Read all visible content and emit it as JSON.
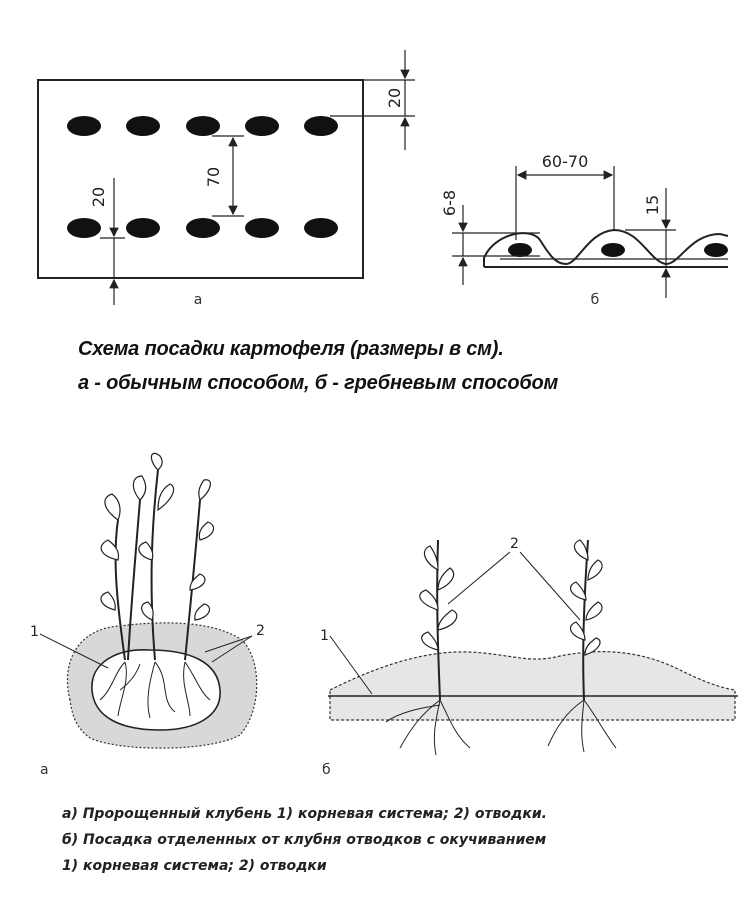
{
  "scheme": {
    "dim_top": "20",
    "dim_row_gap": "70",
    "dim_edge": "20",
    "panel_a_label": "а",
    "dim_depth": "6-8",
    "dim_spacing": "60-70",
    "dim_ridge": "15",
    "panel_b_label": "б"
  },
  "caption": {
    "line1": "Схема посадки картофеля (размеры в см).",
    "line2": "а - обычным способом, б - гребневым способом"
  },
  "illustration": {
    "label_a": "а",
    "label_b": "б",
    "callout_1_a": "1",
    "callout_2_a": "2",
    "callout_1_b": "1",
    "callout_2_b": "2"
  },
  "legend": {
    "line1": "а)  Пророщенный клубень   1) корневая система;  2) отводки.",
    "line2": "б) Посадка отделенных от клубня отводков с окучиванием",
    "line3": "1) корневая система;  2) отводки"
  }
}
